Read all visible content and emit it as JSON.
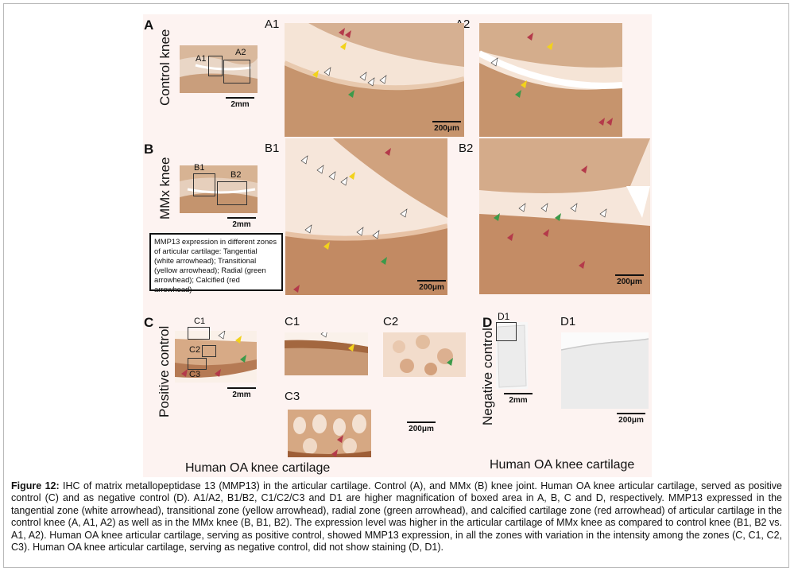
{
  "figure": {
    "panel_letters": {
      "a": "A",
      "b": "B",
      "c": "C",
      "d": "D"
    },
    "row_labels": {
      "a": "Control knee",
      "b": "MMx knee",
      "c": "Positive control",
      "d": "Negative control"
    },
    "sub_labels": {
      "a1": "A1",
      "a2": "A2",
      "b1": "B1",
      "b2": "B2",
      "c1": "C1",
      "c2": "C2",
      "c3": "C3",
      "d1": "D1"
    },
    "scale": {
      "mm": "2mm",
      "um": "200μm"
    },
    "legend_text": "MMP13 expression in different zones of articular cartilage: Tangential (white arrowhead); Transitional (yellow arrowhead); Radial (green arrowhead); Calcified (red arrowhead)",
    "footer_left": "Human OA knee cartilage",
    "footer_right": "Human OA knee cartilage"
  },
  "caption": {
    "label": "Figure 12:",
    "text": "IHC of matrix metallopeptidase 13 (MMP13) in the articular cartilage. Control (A), and MMx (B) knee joint. Human OA knee articular cartilage, served as positive control (C) and as negative control (D). A1/A2, B1/B2, C1/C2/C3 and D1 are higher magnification of boxed area in A, B, C and D, respectively. MMP13 expressed in the tangential zone (white arrowhead), transitional zone (yellow arrowhead), radial zone (green arrowhead), and calcified cartilage zone (red arrowhead) of articular cartilage in the control knee (A, A1, A2) as well as in the MMx knee (B, B1, B2). The expression level was higher in the articular cartilage of MMx knee as compared to control knee (B1, B2 vs. A1, A2). Human OA knee articular cartilage, serving as positive control, showed MMP13 expression, in all the zones with variation in the intensity among the zones (C, C1, C2, C3). Human OA knee articular cartilage, serving as negative control, did not show staining (D, D1)."
  },
  "colors": {
    "stain": "#c89a72",
    "stain_dark": "#9a5a34",
    "tissue_bg": "#f3e1d3",
    "white_arrow": "#ffffff",
    "yellow_arrow": "#f2d21b",
    "green_arrow": "#3c9a4a",
    "red_arrow": "#b43a4a"
  }
}
